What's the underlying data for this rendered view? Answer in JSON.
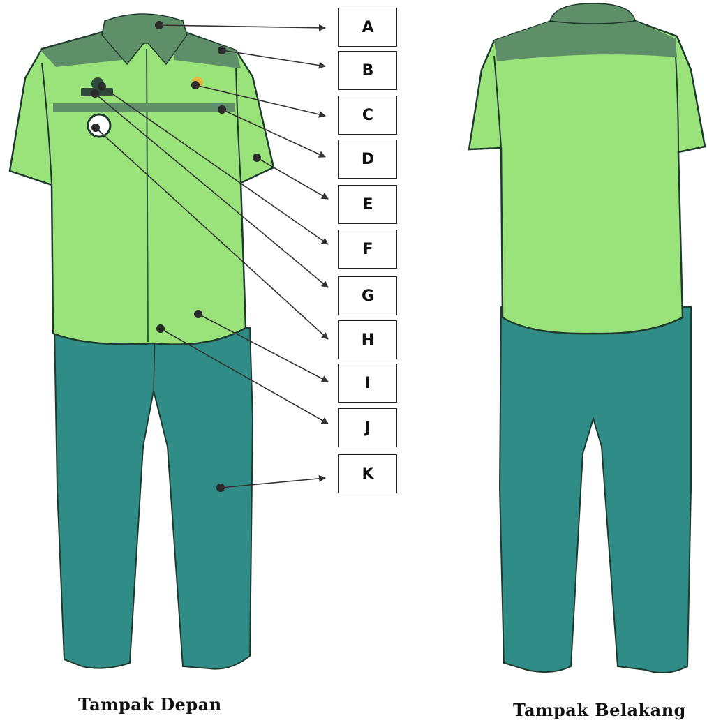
{
  "labels": [
    "A",
    "B",
    "C",
    "D",
    "E",
    "F",
    "G",
    "H",
    "I",
    "J",
    "K"
  ],
  "captions": {
    "front": "Tampak Depan",
    "back": "Tampak Belakang"
  },
  "colors": {
    "shirt": "#9AE37A",
    "shirt_shade": "#8FD96F",
    "yoke": "#5E8F68",
    "pants": "#2F8C86",
    "pants_dark": "#267C78",
    "outline": "#1F3A2E",
    "badge_gold": "#E8B83A",
    "arrow": "#333333"
  }
}
